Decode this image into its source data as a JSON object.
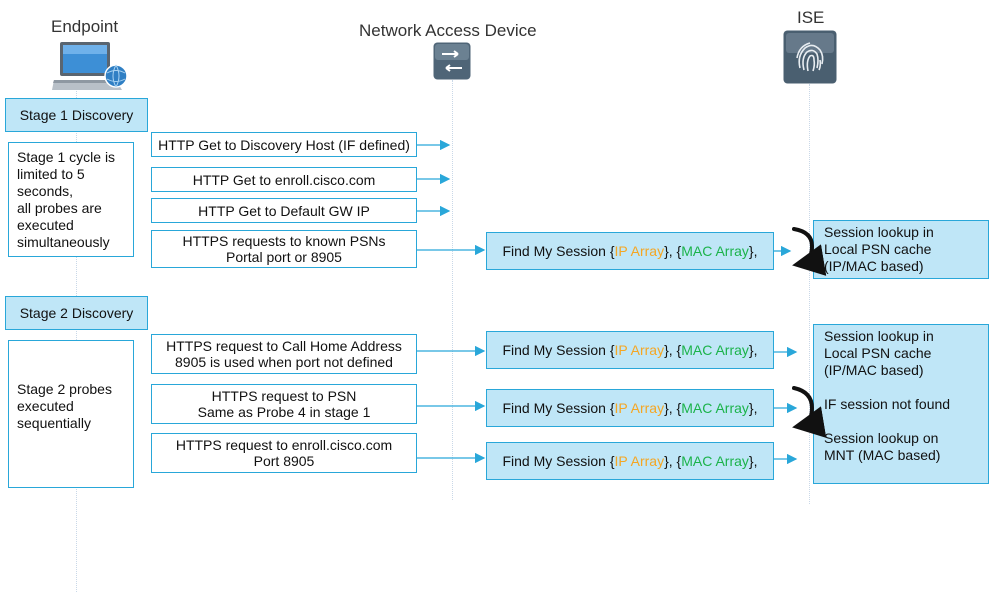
{
  "actors": {
    "endpoint": "Endpoint",
    "nad": "Network Access Device",
    "ise": "ISE"
  },
  "stage1": {
    "title": "Stage 1 Discovery",
    "note": "Stage 1 cycle is\nlimited to 5\nseconds,\nall probes are\nexecuted\nsimultaneously",
    "messages": [
      "HTTP Get to Discovery Host (IF defined)",
      "HTTP Get to enroll.cisco.com",
      "HTTP Get to Default GW IP",
      "HTTPS requests to known PSNs\nPortal port or 8905"
    ],
    "find": {
      "prefix": "Find My Session {",
      "ip": "IP Array",
      "mid": "}, {",
      "mac": "MAC Array",
      "suffix": "},"
    },
    "lookup": "Session lookup in\nLocal PSN cache\n(IP/MAC based)"
  },
  "stage2": {
    "title": "Stage 2 Discovery",
    "note": "Stage 2 probes\nexecuted\nsequentially",
    "messages": [
      "HTTPS request to Call Home Address\n8905 is used when port not defined",
      "HTTPS request to PSN\nSame as Probe 4 in stage 1",
      "HTTPS request to enroll.cisco.com\nPort 8905"
    ],
    "find": {
      "prefix": "Find My Session {",
      "ip": "IP Array",
      "mid": "}, {",
      "mac": "MAC Array",
      "suffix": "},"
    },
    "lookup": "Session lookup in\nLocal PSN cache\n(IP/MAC based)\n\nIF session not found\n\nSession lookup on\nMNT (MAC based)"
  },
  "colors": {
    "accent": "#29a7d9",
    "fill": "#bfe6f7",
    "ip": "#f5a623",
    "mac": "#1bb34a"
  }
}
